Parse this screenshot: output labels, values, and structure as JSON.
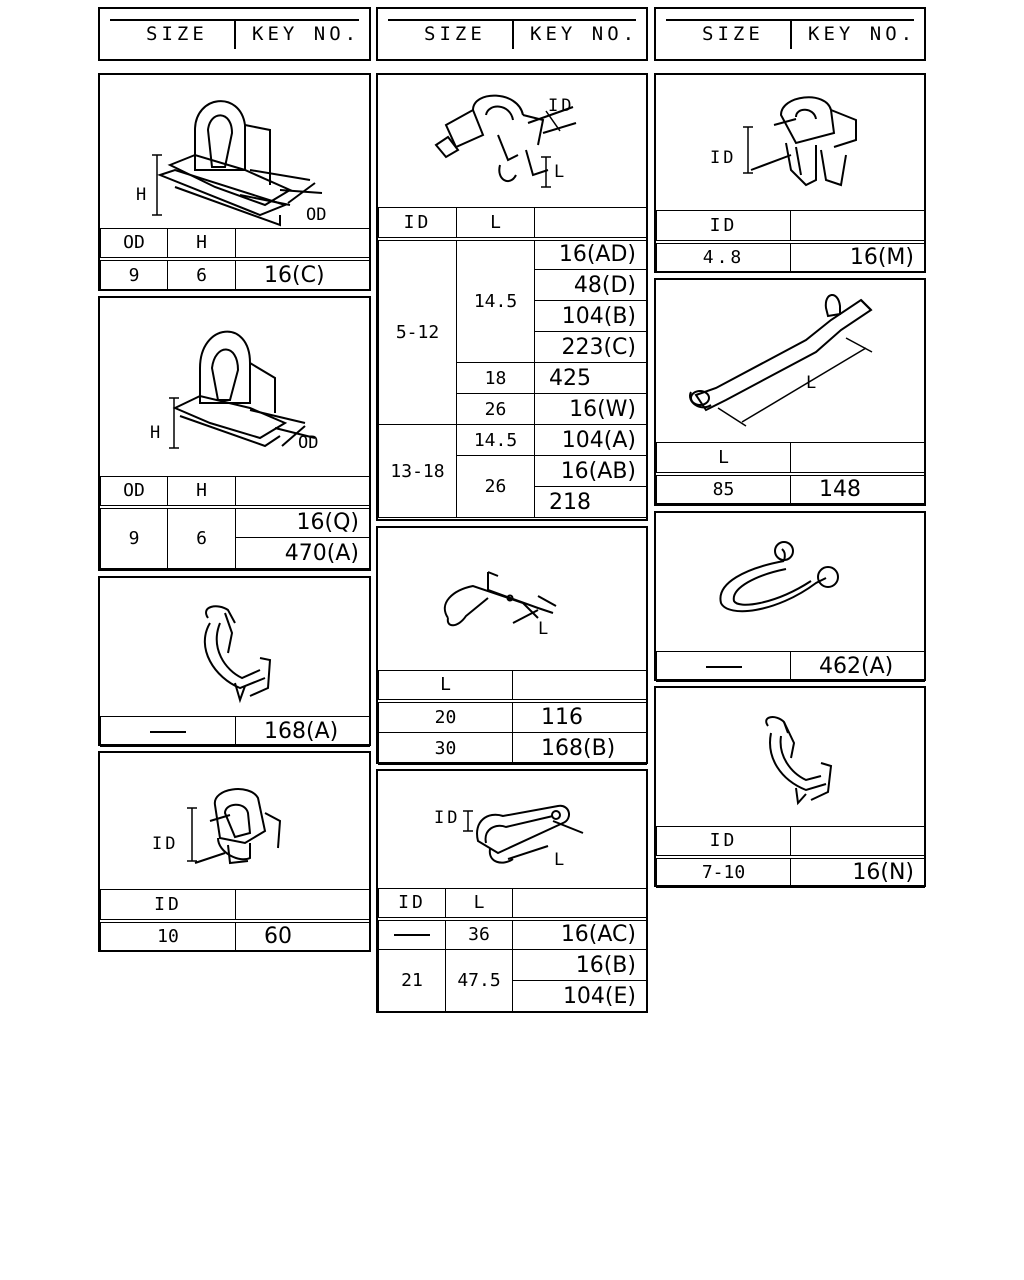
{
  "headers": [
    {
      "size": "SIZE",
      "key": "KEY NO."
    },
    {
      "size": "SIZE",
      "key": "KEY NO."
    },
    {
      "size": "SIZE",
      "key": "KEY NO."
    }
  ],
  "p1": {
    "labels": {
      "h": "H",
      "od": "OD"
    },
    "cols": [
      "OD",
      "H",
      ""
    ],
    "rows": [
      {
        "od": "9",
        "h": "6",
        "key": "16(C)"
      }
    ]
  },
  "p2": {
    "labels": {
      "h": "H",
      "od": "OD"
    },
    "cols": [
      "OD",
      "H",
      ""
    ],
    "od": "9",
    "h": "6",
    "keys": [
      "16(Q)",
      "470(A)"
    ]
  },
  "p3": {
    "key": "168(A)"
  },
  "p4": {
    "labels": {
      "id": "ID"
    },
    "cols": [
      "ID",
      ""
    ],
    "rows": [
      {
        "id": "10",
        "key": "60"
      }
    ]
  },
  "p5": {
    "labels": {
      "id": "ID",
      "l": "L"
    },
    "cols": [
      "ID",
      "L",
      ""
    ],
    "groups": [
      {
        "id": "5-12",
        "l1": "14.5",
        "k1": "16(AD)",
        "k2": "48(D)",
        "k3": "104(B)",
        "k4": "223(C)",
        "l2": "18",
        "k5": "425",
        "l3": "26",
        "k6": "16(W)"
      },
      {
        "id": "13-18",
        "l1": "14.5",
        "k1": "104(A)",
        "l2": "26",
        "k2": "16(AB)",
        "k3": "218"
      }
    ]
  },
  "p6": {
    "labels": {
      "l": "L"
    },
    "cols": [
      "L",
      ""
    ],
    "rows": [
      {
        "l": "20",
        "key": "116"
      },
      {
        "l": "30",
        "key": "168(B)"
      }
    ]
  },
  "p7": {
    "labels": {
      "id": "ID",
      "l": "L"
    },
    "cols": [
      "ID",
      "L",
      ""
    ],
    "r1": {
      "l": "36",
      "key": "16(AC)"
    },
    "r2": {
      "id": "21",
      "l": "47.5",
      "k1": "16(B)",
      "k2": "104(E)"
    }
  },
  "p8": {
    "labels": {
      "id": "ID"
    },
    "cols": [
      "ID",
      ""
    ],
    "rows": [
      {
        "id": "4.8",
        "key": "16(M)"
      }
    ]
  },
  "p9": {
    "labels": {
      "l": "L"
    },
    "cols": [
      "L",
      ""
    ],
    "rows": [
      {
        "l": "85",
        "key": "148"
      }
    ]
  },
  "p10": {
    "key": "462(A)"
  },
  "p11": {
    "cols": [
      "ID",
      ""
    ],
    "rows": [
      {
        "id": "7-10",
        "key": "16(N)"
      }
    ]
  }
}
